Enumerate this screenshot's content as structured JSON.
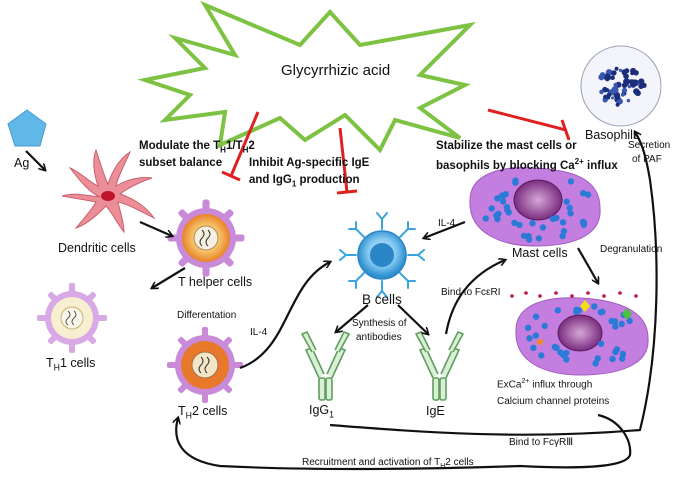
{
  "center": {
    "title": "Glycyrrhizic acid"
  },
  "cells": {
    "ag": "Ag",
    "dendritic": "Dendritic cells",
    "t_helper": "T helper cells",
    "th1": "T",
    "th1_sub": "H",
    "th1_rest": "1 cells",
    "th2": "T",
    "th2_sub": "H",
    "th2_rest": "2 cells",
    "b_cells": "B cells",
    "mast": "Mast cells",
    "basophils": "Basophils",
    "igg": "IgG",
    "igg_sub": "1",
    "ige": "IgE"
  },
  "effects": {
    "modulate_l1": "Modulate the T",
    "modulate_sub1": "H",
    "modulate_mid": "1/T",
    "modulate_sub2": "H",
    "modulate_end": "2",
    "modulate_l2": "subset balance",
    "inhibit_l1": "Inhibit Ag-specific IgE",
    "inhibit_l2a": "and IgG",
    "inhibit_sub": "1",
    "inhibit_l2b": " production",
    "stabilize_l1": "Stabilize the mast cells or",
    "stabilize_l2a": "basophils by blocking Ca",
    "stabilize_sup": "2+",
    "stabilize_l2b": " influx"
  },
  "edges": {
    "il4_top": "IL-4",
    "il4_left": "IL-4",
    "differentiation": "Differentation",
    "synthesis_l1": "Synthesis of",
    "synthesis_l2": "antibodies",
    "bind_fceri": "Bind to FcεRI",
    "degranulation": "Degranulation",
    "secretion_l1": "Secretion",
    "secretion_l2": "of PAF",
    "exca_l1a": "ExCa",
    "exca_sup": "2+",
    "exca_l1b": " influx through",
    "exca_l2": "Calcium channel proteins",
    "bind_fcgr": "Bind to FcγRⅢ",
    "recruit_a": "Recruitment and activation of T",
    "recruit_sub": "H",
    "recruit_b": "2 cells"
  },
  "colors": {
    "star_fill": "#ffffff",
    "star_stroke": "#7dc242",
    "inhibit": "#e02020",
    "arrow": "#111111",
    "ag": "#5fb8e8",
    "dendritic": "#e8808a",
    "t_cell_outer": "#f29a3a",
    "t_cell_fringe": "#c98ad8",
    "b_cell": "#3aa4dc",
    "mast_body": "#c37ee0",
    "mast_granule": "#2a7ad8",
    "nucleus": "#8a3c8e",
    "antibody": "#6aa86a"
  }
}
